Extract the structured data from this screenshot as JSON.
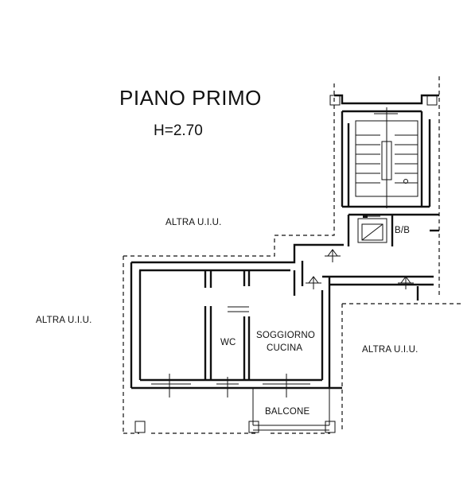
{
  "plan": {
    "title": "PIANO PRIMO",
    "ceiling_height": "H=2.70",
    "rooms": {
      "wc": "WC",
      "soggiorno": "SOGGIORNO",
      "cucina": "CUCINA",
      "balcone": "BALCONE",
      "bb": "B/B"
    },
    "neighbors": {
      "top": "ALTRA U.I.U.",
      "left": "ALTRA U.I.U.",
      "right": "ALTRA U.I.U."
    }
  }
}
